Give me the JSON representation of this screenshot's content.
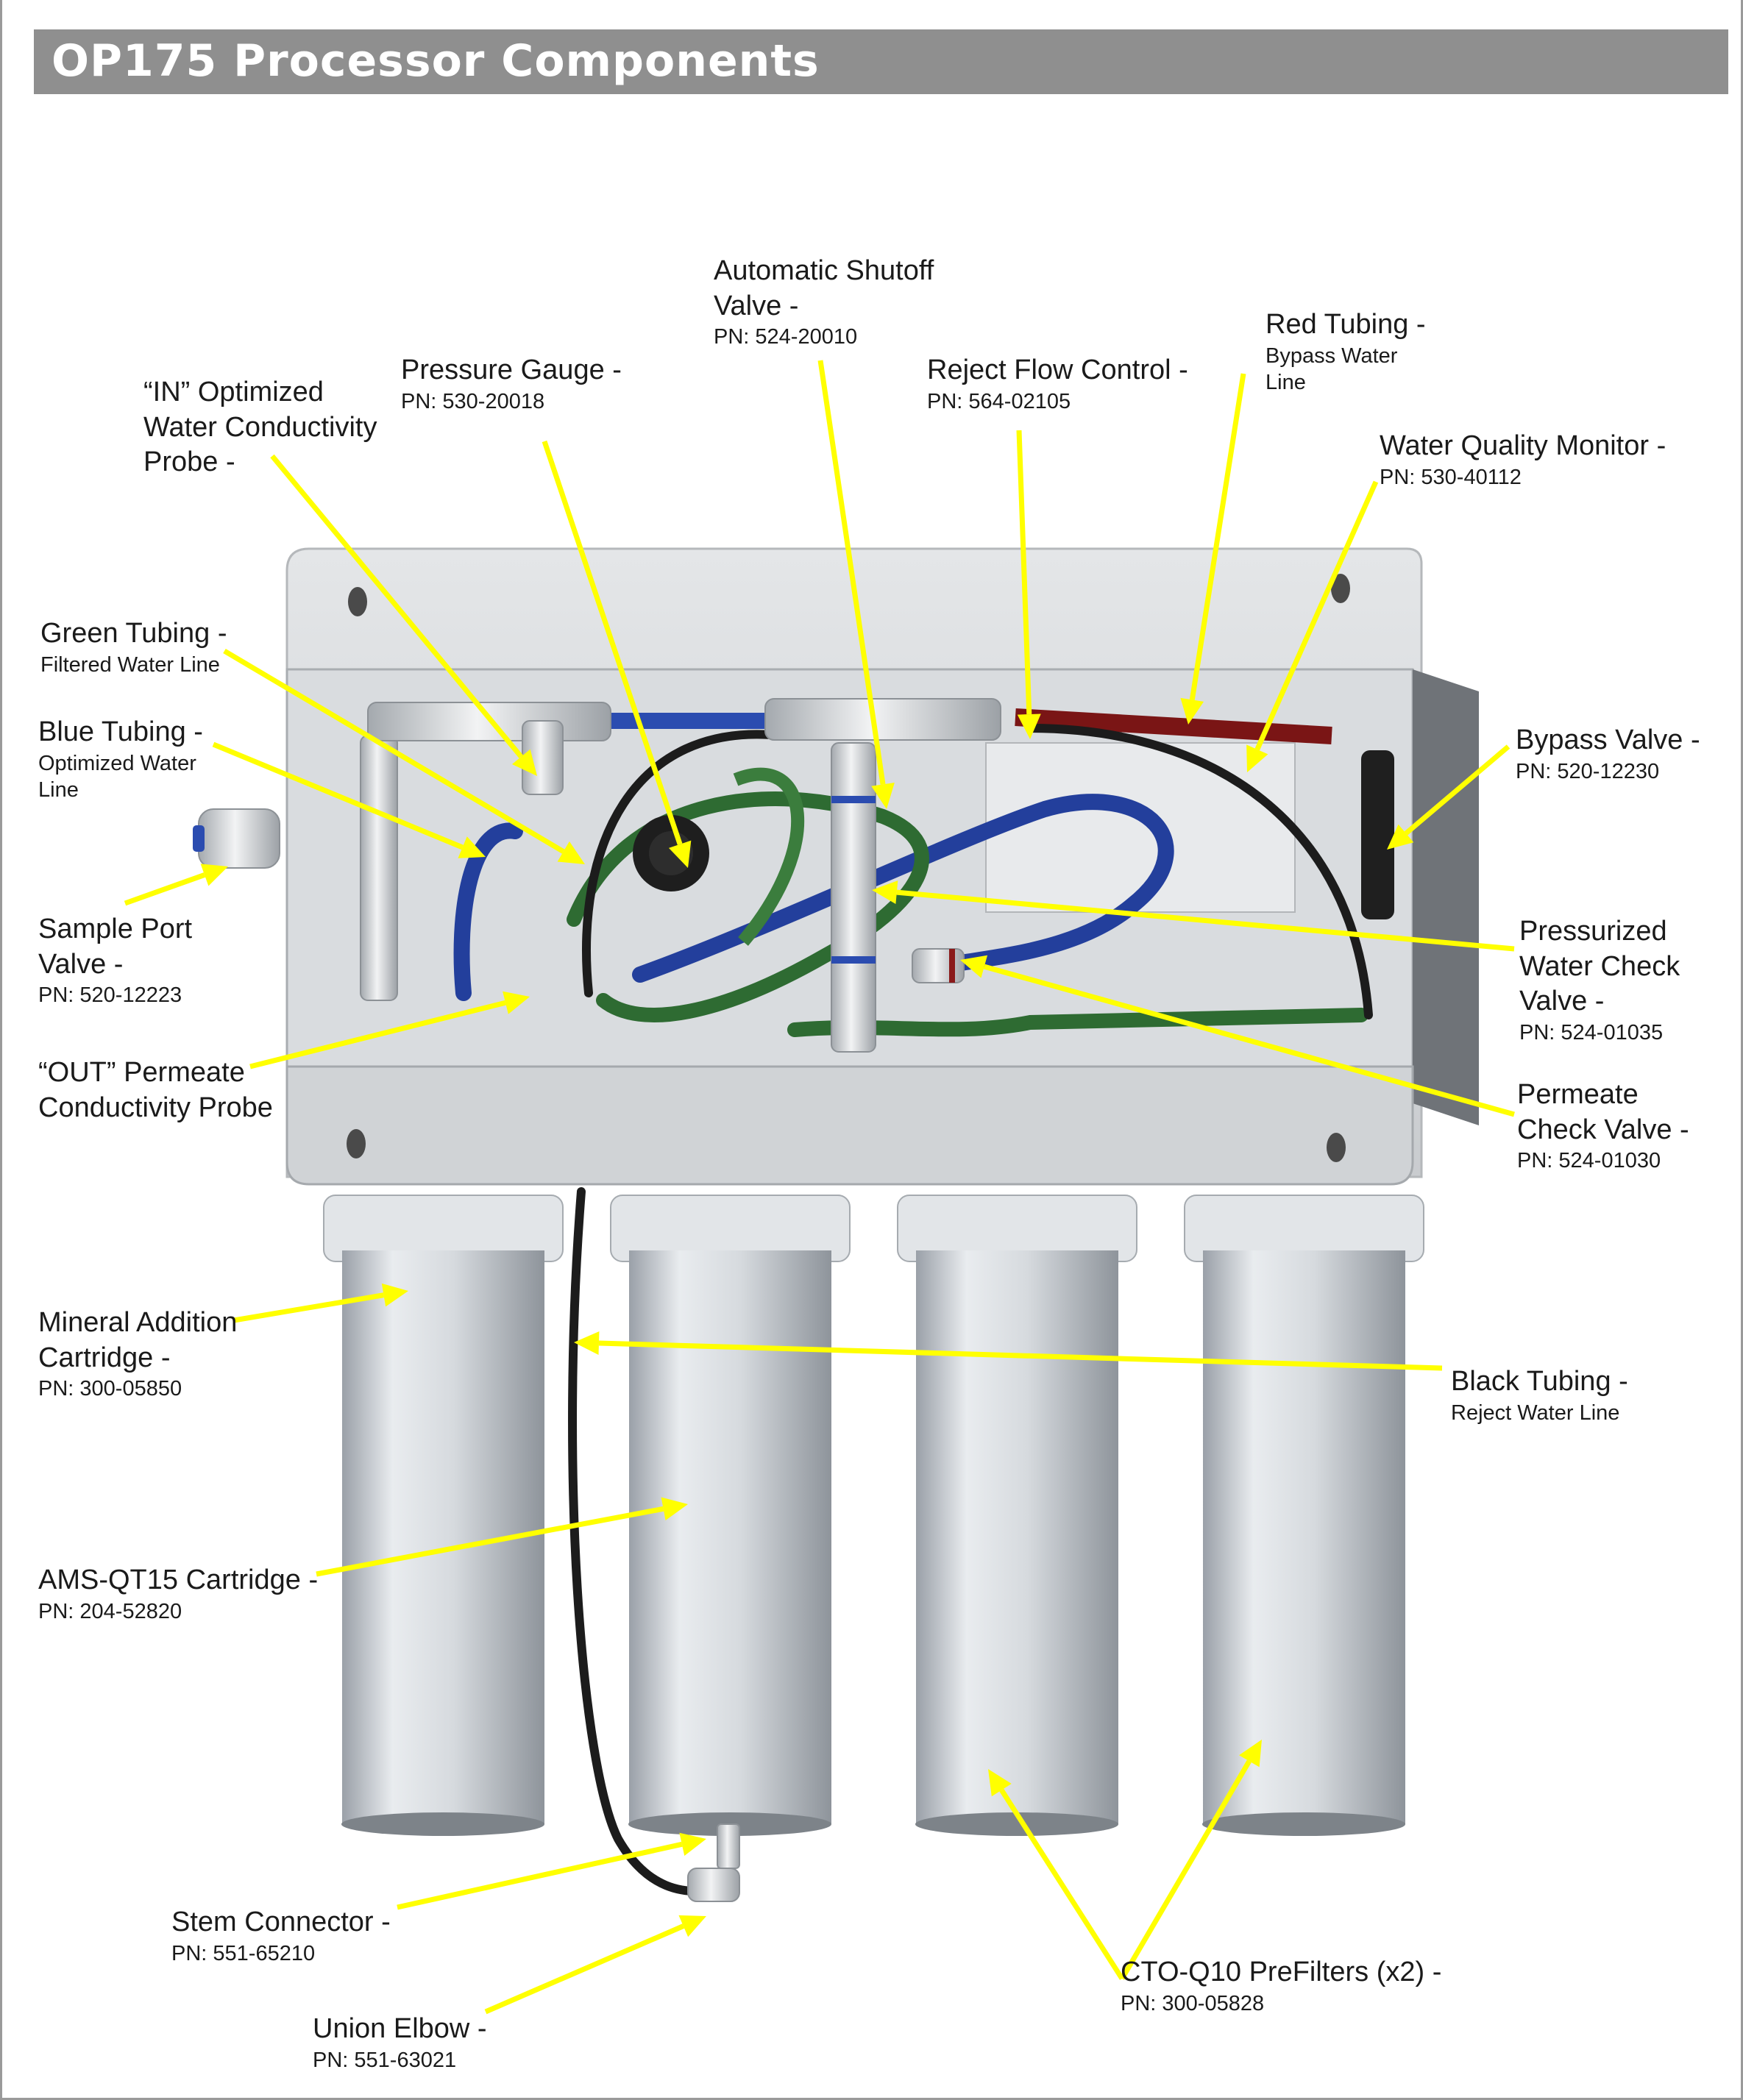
{
  "page": {
    "title": "OP175 Processor Components",
    "accent_color": "#ffff00",
    "title_bar_color": "#8f8f8f"
  },
  "callouts": [
    {
      "id": "automatic-shutoff-valve",
      "name": "Automatic Shutoff\nValve -",
      "pn": "PN: 524-20010"
    },
    {
      "id": "red-tubing",
      "name": "Red Tubing -",
      "pn": "Bypass Water\nLine"
    },
    {
      "id": "pressure-gauge",
      "name": "Pressure Gauge -",
      "pn": "PN: 530-20018"
    },
    {
      "id": "reject-flow-control",
      "name": "Reject Flow Control -",
      "pn": "PN: 564-02105"
    },
    {
      "id": "in-conductivity-probe",
      "name": "“IN” Optimized\nWater Conductivity\nProbe -",
      "pn": ""
    },
    {
      "id": "water-quality-monitor",
      "name": "Water Quality Monitor -",
      "pn": "PN: 530-40112"
    },
    {
      "id": "green-tubing",
      "name": "Green Tubing -",
      "pn": "Filtered Water Line"
    },
    {
      "id": "blue-tubing",
      "name": "Blue Tubing -",
      "pn": "Optimized Water\nLine"
    },
    {
      "id": "bypass-valve",
      "name": "Bypass Valve -",
      "pn": "PN: 520-12230"
    },
    {
      "id": "sample-port-valve",
      "name": "Sample Port\nValve -",
      "pn": "PN: 520-12223"
    },
    {
      "id": "pressurized-water-check-valve",
      "name": "Pressurized\nWater Check\nValve -",
      "pn": "PN: 524-01035"
    },
    {
      "id": "out-permeate-probe",
      "name": "“OUT” Permeate\nConductivity Probe",
      "pn": ""
    },
    {
      "id": "permeate-check-valve",
      "name": "Permeate\nCheck Valve -",
      "pn": "PN: 524-01030"
    },
    {
      "id": "mineral-addition-cartridge",
      "name": "Mineral Addition\nCartridge -",
      "pn": "PN: 300-05850"
    },
    {
      "id": "black-tubing",
      "name": "Black Tubing -",
      "pn": "Reject Water Line"
    },
    {
      "id": "ams-qt15-cartridge",
      "name": "AMS-QT15 Cartridge -",
      "pn": "PN: 204-52820"
    },
    {
      "id": "stem-connector",
      "name": "Stem Connector -",
      "pn": "PN: 551-65210"
    },
    {
      "id": "cto-q10-prefilters",
      "name": "CTO-Q10 PreFilters (x2) -",
      "pn": "PN: 300-05828"
    },
    {
      "id": "union-elbow",
      "name": "Union Elbow -",
      "pn": "PN: 551-63021"
    }
  ]
}
